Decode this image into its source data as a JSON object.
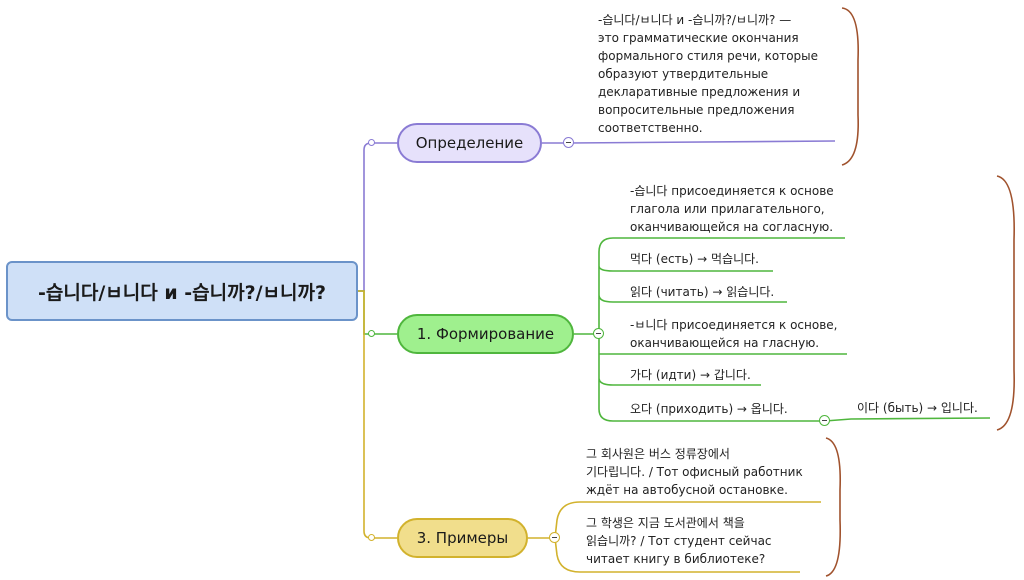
{
  "root": {
    "title": "-습니다/ㅂ니다 и -습니까?/ㅂ니까?"
  },
  "definition": {
    "label": "Определение",
    "text": "-습니다/ㅂ니다 и -습니까?/ㅂ니까? —\nэто грамматические окончания\nформального стиля речи, которые\nобразуют утвердительные\nдекларативные предложения и\nвопросительные предложения\nсоответственно."
  },
  "formation": {
    "label": "1. Формирование",
    "items": [
      "-습니다 присоединяется к основе\nглагола или прилагательного,\nоканчивающейся на согласную.",
      "먹다 (есть) → 먹습니다.",
      "읽다 (читать) → 읽습니다.",
      "-ㅂ니다 присоединяется к основе,\nоканчивающейся на гласную.",
      "가다 (идти) → 갑니다.",
      "오다 (приходить) → 옵니다."
    ],
    "sub_item": "이다 (быть) → 입니다."
  },
  "examples": {
    "label": "3. Примеры",
    "items": [
      "그 회사원은 버스 정류장에서\n기다립니다. / Тот офисный работник\nждёт на автобусной остановке.",
      "그 학생은 지금 도서관에서 책을\n읽습니까? / Тот студент сейчас\nчитает книгу в библиотеке?"
    ]
  },
  "colors": {
    "definition": "#8a7bd4",
    "formation": "#4fb63d",
    "examples": "#d2b22d",
    "bracket": "#a0522d"
  }
}
